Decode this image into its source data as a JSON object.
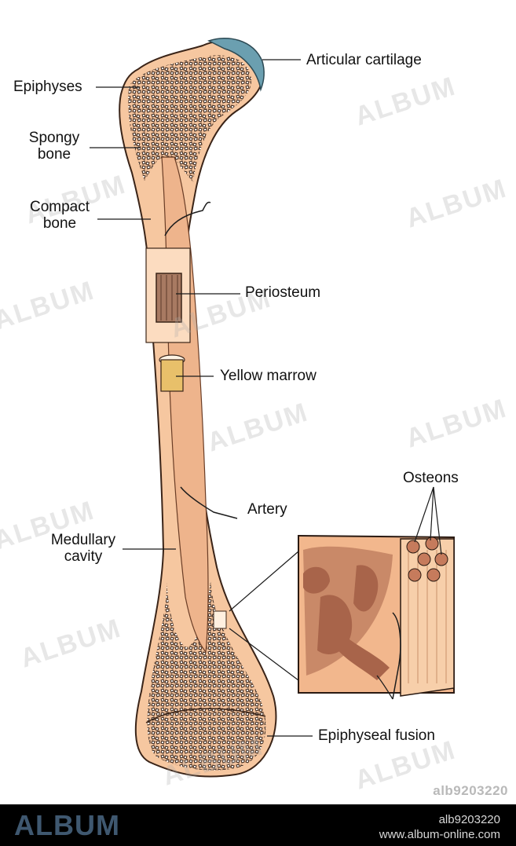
{
  "labels": {
    "articular_cartilage": "Articular cartilage",
    "epiphyses": "Epiphyses",
    "spongy_line1": "Spongy",
    "spongy_line2": "bone",
    "compact_line1": "Compact",
    "compact_line2": "bone",
    "periosteum": "Periosteum",
    "yellow_marrow": "Yellow marrow",
    "artery": "Artery",
    "medullary_line1": "Medullary",
    "medullary_line2": "cavity",
    "osteons": "Osteons",
    "epiphyseal_fusion": "Epiphyseal fusion"
  },
  "watermark": {
    "text": "ALBUM",
    "stock_id": "alb9203220"
  },
  "footer": {
    "brand": "ALBUM",
    "id": "alb9203220",
    "url": "www.album-online.com"
  },
  "colors": {
    "bone": "#f6c7a0",
    "spongy": "#e9b48c",
    "cartilage": "#6b9fb0",
    "marrow": "#e8c06a",
    "osteon": "#a8644a"
  }
}
